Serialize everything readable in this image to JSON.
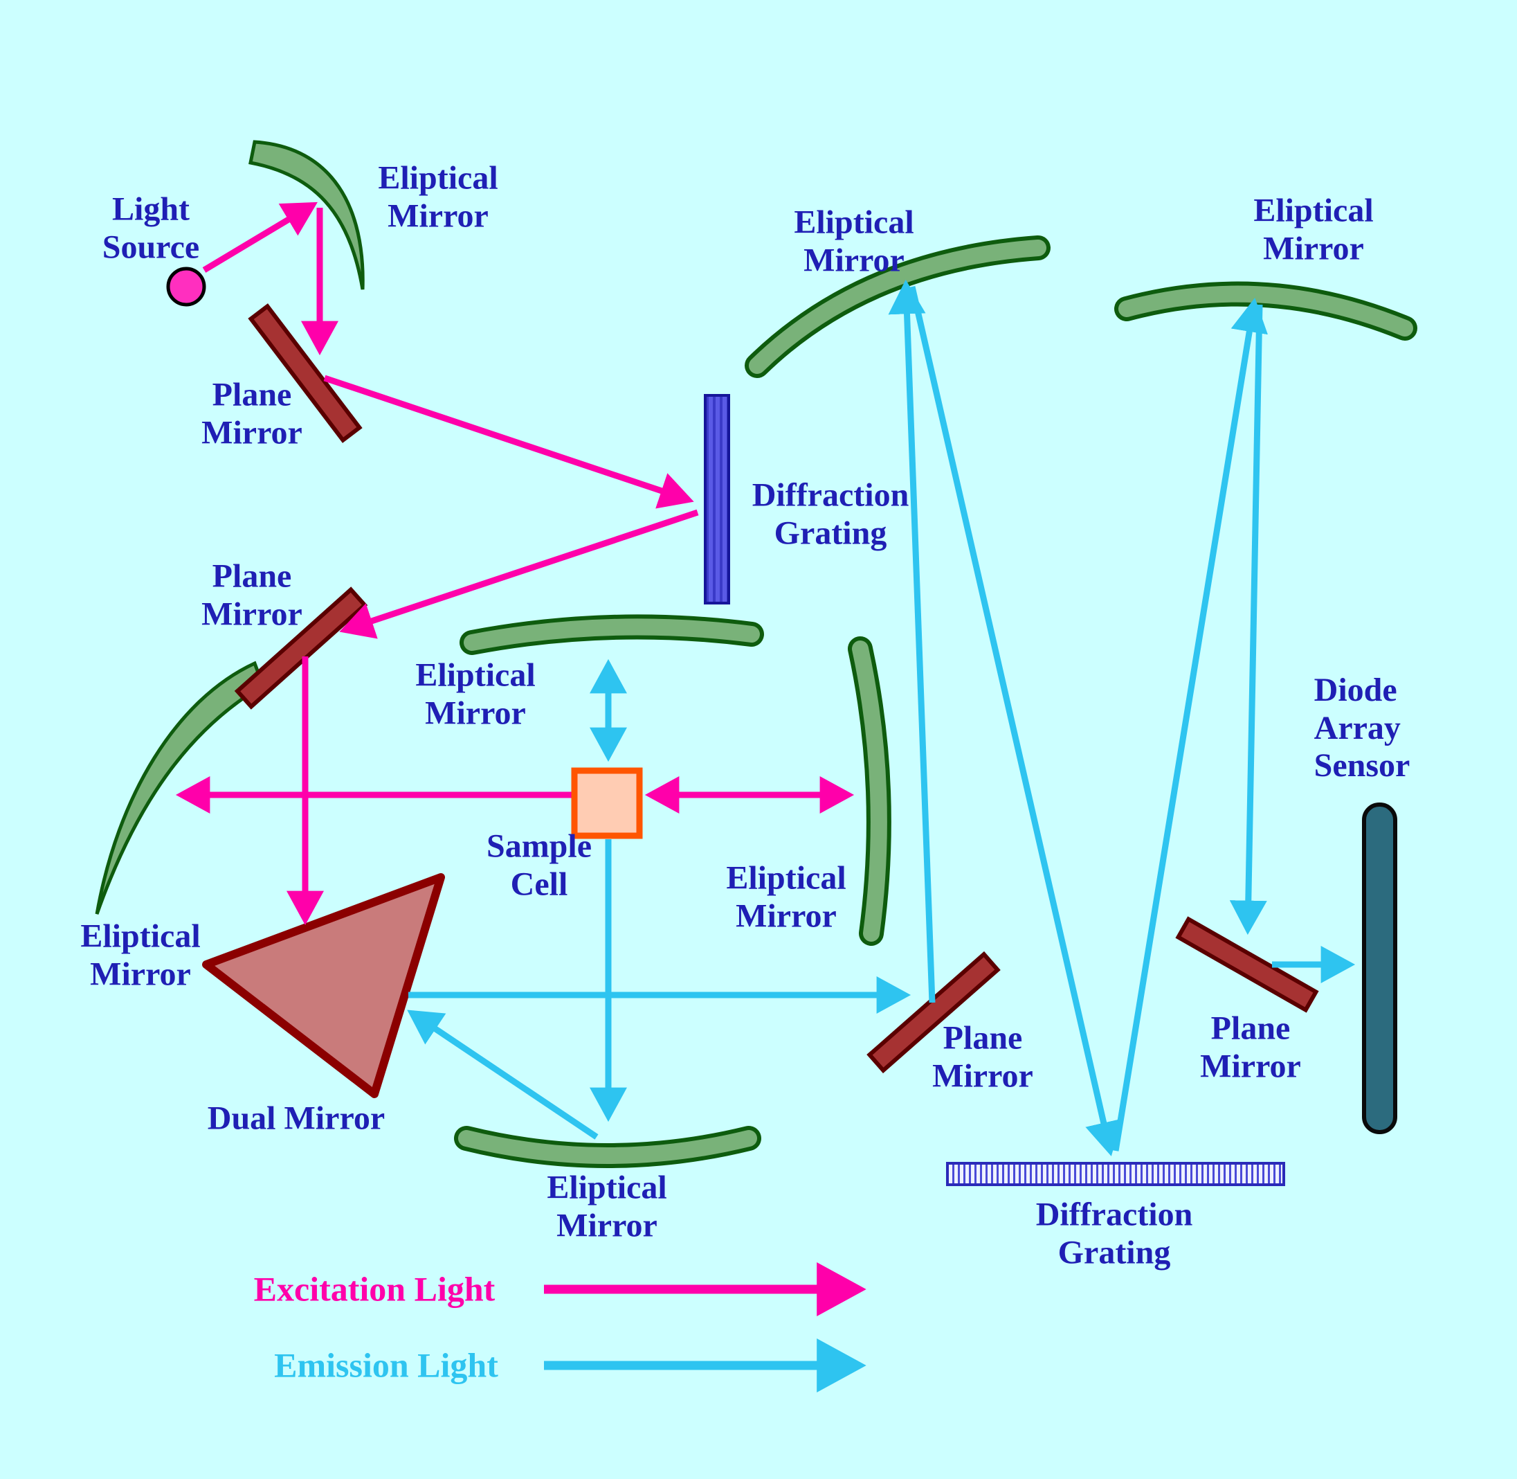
{
  "colors": {
    "background": "#ccffff",
    "label_text": "#1f1fb4",
    "excitation_ray": "#ff00aa",
    "emission_ray": "#2ec4f0",
    "elliptical_mirror_fill": "#79b279",
    "elliptical_mirror_edge": "#0e5c0e",
    "plane_mirror_fill": "#a63232",
    "plane_mirror_edge": "#5a0000",
    "dual_mirror_fill": "#c97b7b",
    "dual_mirror_edge": "#8b0000",
    "diffraction_grating_blue": "#4a4ad8",
    "diode_sensor_fill": "#2c6b7e",
    "sample_cell_fill": "#ffccb3",
    "sample_cell_edge": "#ff5500",
    "light_source_fill": "#ff2fbf"
  },
  "labels": {
    "light_source": "Light\nSource",
    "mirror_top_left": "Eliptical\nMirror",
    "plane_mirror_1": "Plane\nMirror",
    "diffraction_grating_1": "Diffraction\nGrating",
    "plane_mirror_2": "Plane\nMirror",
    "mirror_above_sample": "Eliptical\nMirror",
    "sample_cell": "Sample\nCell",
    "mirror_right_of_sample": "Eliptical\nMirror",
    "mirror_left": "Eliptical\nMirror",
    "dual_mirror": "Dual Mirror",
    "mirror_bottom": "Eliptical\nMirror",
    "mirror_top_right_1": "Eliptical\nMirror",
    "mirror_top_right_2": "Eliptical\nMirror",
    "diode_array_sensor": "Diode\nArray\nSensor",
    "plane_mirror_3": "Plane\nMirror",
    "plane_mirror_4": "Plane\nMirror",
    "diffraction_grating_2": "Diffraction\nGrating"
  },
  "legend": {
    "excitation": "Excitation Light",
    "emission": "Emission Light"
  }
}
